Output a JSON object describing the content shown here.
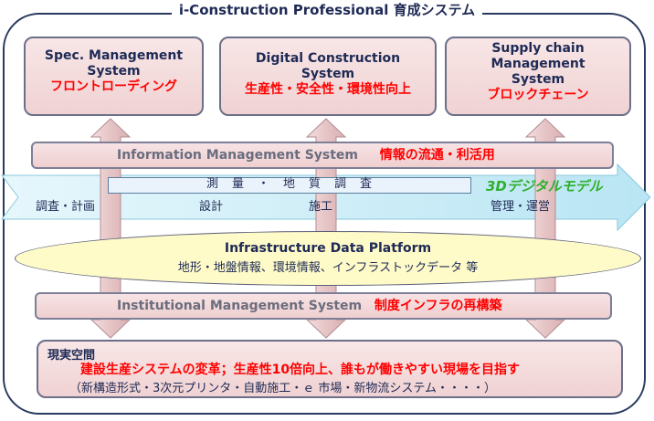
{
  "title": "i-Construction Professional 育成システム",
  "top_boxes": [
    {
      "name_lines": [
        "Spec. Management",
        "System"
      ],
      "sub": "フロントローディング"
    },
    {
      "name_lines": [
        "Digital Construction",
        "System"
      ],
      "sub": "生産性・安全性・環境性向上"
    },
    {
      "name_lines": [
        "Supply chain",
        "Management",
        "System"
      ],
      "sub": "ブロックチェーン"
    }
  ],
  "info_bar": {
    "name": "Information Management System",
    "sub": "情報の流通・利活用"
  },
  "flow": {
    "survey": "測　量　・　地　質　調　査",
    "stages": [
      "調査・計画",
      "設計",
      "施工",
      "管理・運営"
    ],
    "model": "3Dデジタルモデル"
  },
  "platform": {
    "name": "Infrastructure Data Platform",
    "sub": "地形・地盤情報、環境情報、インフラストックデータ 等"
  },
  "inst_bar": {
    "name": "Institutional Management System",
    "sub": "制度インフラの再構築"
  },
  "reality": {
    "heading": "現実空間",
    "main": "建設生産システムの変革；生産性10倍向上、誰もが働きやすい現場を目指す",
    "sub": "（新構造形式・3次元プリンタ・自動施工・ｅ 市場・新物流システム・・・・）"
  },
  "colors": {
    "navy": "#1e2a55",
    "red": "#ff0000",
    "green": "#2fb02f",
    "pink": "#f3dadb",
    "cyan": "#c9ecf6",
    "yellow": "#fffbc9"
  }
}
